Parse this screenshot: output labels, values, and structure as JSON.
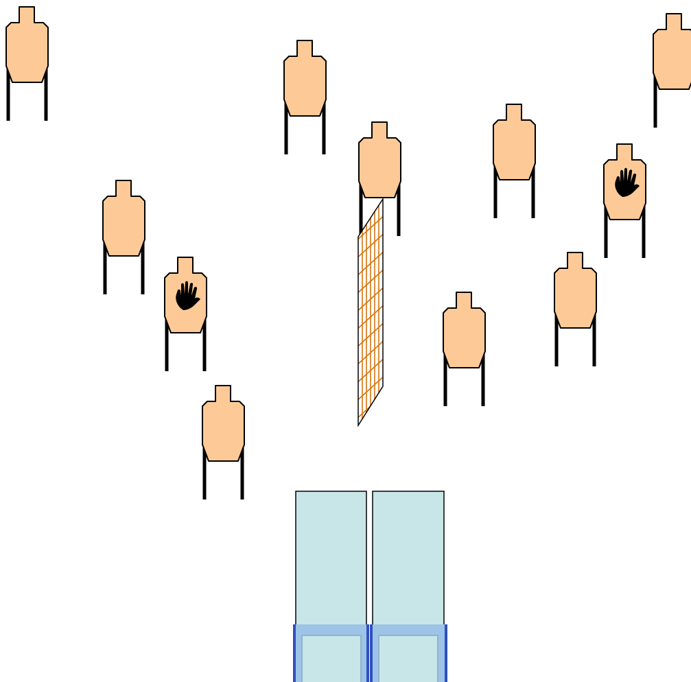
{
  "colors": {
    "background": "#ffffff",
    "target_fill": "#fdca97",
    "target_outline": "#000000",
    "stand_legs": "#000000",
    "no_shoot_hand": "#000000",
    "barrier_outline": "#000000",
    "barrier_mesh": "#d4740e",
    "shooting_box_fill": "#c8e6e8",
    "shooting_box_outline": "#000000",
    "fault_line_fill": "#9dc3e6",
    "fault_line_edge": "#2f4fbf"
  },
  "targets": [
    {
      "id": "t1",
      "kind": "shoot",
      "icon": "paper-target-icon"
    },
    {
      "id": "t2",
      "kind": "shoot",
      "icon": "paper-target-icon"
    },
    {
      "id": "t3",
      "kind": "shoot",
      "icon": "paper-target-icon"
    },
    {
      "id": "t4",
      "kind": "shoot",
      "icon": "paper-target-icon"
    },
    {
      "id": "t5",
      "kind": "shoot",
      "icon": "paper-target-icon"
    },
    {
      "id": "t6",
      "kind": "no-shoot",
      "icon": "hand-icon"
    },
    {
      "id": "t7",
      "kind": "shoot",
      "icon": "paper-target-icon"
    },
    {
      "id": "t8",
      "kind": "no-shoot",
      "icon": "hand-icon"
    },
    {
      "id": "t9",
      "kind": "shoot",
      "icon": "paper-target-icon"
    },
    {
      "id": "t10",
      "kind": "shoot",
      "icon": "paper-target-icon"
    },
    {
      "id": "t11",
      "kind": "shoot",
      "icon": "paper-target-icon"
    }
  ],
  "barrier": {
    "kind": "mesh-wall",
    "icon": "mesh-barrier-icon"
  },
  "shooting_boxes": [
    {
      "id": "box-left",
      "icon": "shooting-box-icon"
    },
    {
      "id": "box-right",
      "icon": "shooting-box-icon"
    }
  ]
}
